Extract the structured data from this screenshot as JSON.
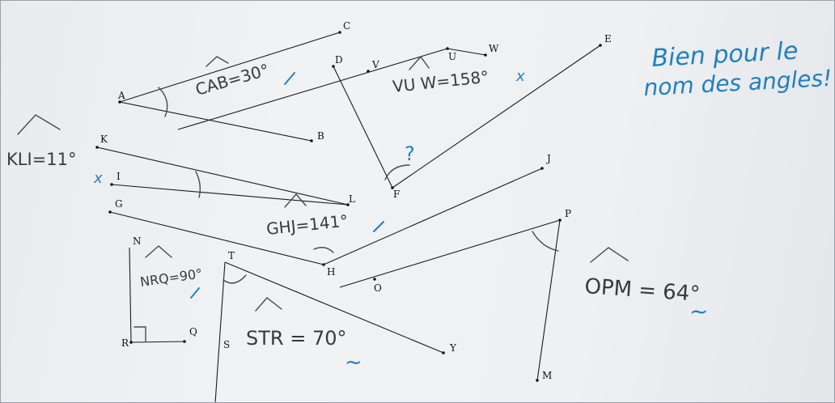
{
  "points": [
    "A",
    "B",
    "C",
    "D",
    "E",
    "F",
    "G",
    "H",
    "I",
    "J",
    "K",
    "L",
    "M",
    "N",
    "O",
    "P",
    "Q",
    "R",
    "S",
    "T",
    "U",
    "V",
    "W",
    "Y"
  ],
  "annotations": {
    "cab": "CAB=30°",
    "vuw": "VU W=158°",
    "kli": "KLI=11°",
    "ghj": "GHJ=141°",
    "nrq": "NRQ=90°",
    "str": "STR = 70°",
    "opm": "OPM = 64°"
  },
  "marks": {
    "question": "?",
    "cross1": "x",
    "cross2": "x",
    "tilde1": "~",
    "tilde2": "~"
  },
  "teacher_comment": {
    "line1": "Bien pour le",
    "line2": "nom des angles!"
  },
  "colors": {
    "pencil": "#3a3a3a",
    "teacher_ink": "#1f7fc2",
    "paper": "#eef0f2"
  }
}
